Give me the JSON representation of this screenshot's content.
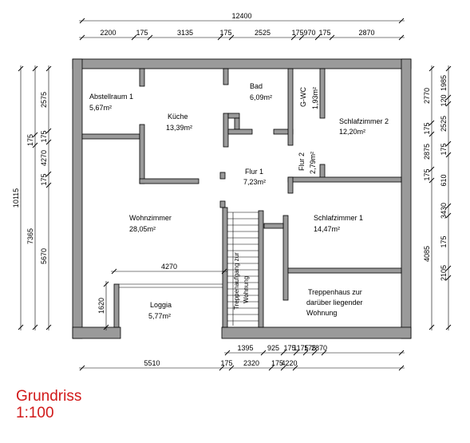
{
  "title": {
    "line1": "Grundriss",
    "line2": "1:100"
  },
  "colors": {
    "title": "#d11a1a",
    "wall": "#9a9a9a",
    "line": "#000000"
  },
  "rooms": {
    "abstellraum": {
      "name": "Abstellraum 1",
      "area": "5,67m²"
    },
    "kueche": {
      "name": "Küche",
      "area": "13,39m²"
    },
    "bad": {
      "name": "Bad",
      "area": "6,09m²"
    },
    "gwc": {
      "name": "G-WC",
      "area": "1,93m²"
    },
    "schlafzimmer2": {
      "name": "Schlafzimmer 2",
      "area": "12,20m²"
    },
    "flur2": {
      "name": "Flur 2",
      "area": "2,79m²"
    },
    "flur1": {
      "name": "Flur 1",
      "area": "7,23m²"
    },
    "wohnzimmer": {
      "name": "Wohnzimmer",
      "area": "28,05m²"
    },
    "schlafzimmer1": {
      "name": "Schlafzimmer 1",
      "area": "14,47m²"
    },
    "loggia": {
      "name": "Loggia",
      "area": "5,77m²"
    },
    "treppenhaus": {
      "line1": "Treppenhaus zur",
      "line2": "darüber liegender",
      "line3": "Wohnung"
    },
    "treppe": {
      "line1": "Treppenaufgang zur",
      "line2": "Wohnung"
    }
  },
  "dims": {
    "top_total": "12400",
    "top": [
      "2200",
      "175",
      "3135",
      "175",
      "2525",
      "175",
      "970",
      "175",
      "2870"
    ],
    "bottom_inner": [
      "1395",
      "925",
      "175",
      "1175",
      "175",
      "2870"
    ],
    "bottom_outer": [
      "5510",
      "175",
      "2320",
      "175",
      "4220"
    ],
    "left_total": "10115",
    "left_mid": [
      "175",
      "7365"
    ],
    "left_inner": [
      "2575",
      "175",
      "4270",
      "175",
      "5670"
    ],
    "right_inner": [
      "2770",
      "175",
      "2875",
      "175",
      "4085"
    ],
    "right_outer": [
      "1985",
      "120",
      "2525",
      "175",
      "610",
      "3430",
      "175",
      "2105"
    ],
    "loggia_width": "4270",
    "loggia_depth": "1620"
  }
}
